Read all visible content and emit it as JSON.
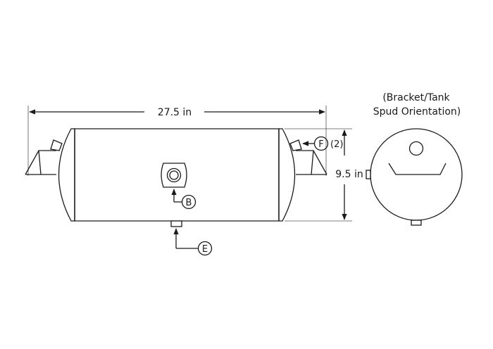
{
  "dimensions": {
    "length": "27.5 in",
    "diameter": "9.5 in"
  },
  "callouts": {
    "b": "B",
    "e": "E",
    "f": "F",
    "f_qty": "(2)"
  },
  "end_view": {
    "title_line1": "(Bracket/Tank",
    "title_line2": "Spud Orientation)"
  }
}
